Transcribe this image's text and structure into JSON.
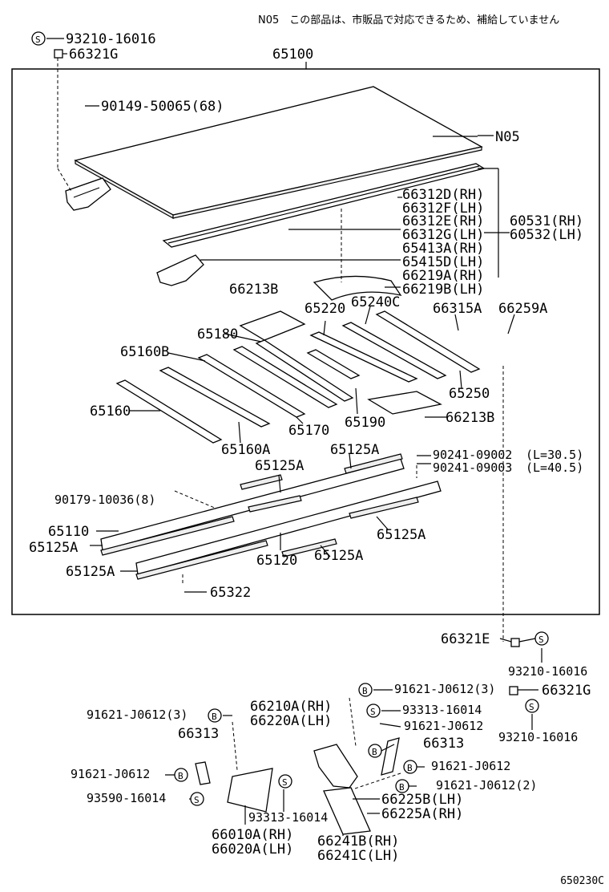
{
  "note": {
    "code": "N05",
    "text": "この部品は、市販品で対応できるため、補給していません"
  },
  "diagram_code": "650230C",
  "symbols": {
    "s": "S",
    "b": "B"
  },
  "labels": {
    "l93210_16016a": "93210-16016",
    "l66321Ga": "66321G",
    "l65100": "65100",
    "l90149": "90149-50065(68)",
    "lN05": "N05",
    "l66312D": "66312D(RH)",
    "l66312F": "66312F(LH)",
    "l66312E": "66312E(RH)",
    "l66312G": "66312G(LH)",
    "l60531": "60531(RH)",
    "l60532": "60532(LH)",
    "l65413A": "65413A(RH)",
    "l65415D": "65415D(LH)",
    "l66219A": "66219A(RH)",
    "l66219B": "66219B(LH)",
    "l66213Ba": "66213B",
    "l65220": "65220",
    "l65240C": "65240C",
    "l66315A": "66315A",
    "l66259A": "66259A",
    "l65180": "65180",
    "l65160B": "65160B",
    "l65250": "65250",
    "l65160": "65160",
    "l65170": "65170",
    "l65190": "65190",
    "l66213Bb": "66213B",
    "l65160A": "65160A",
    "l65125Aa": "65125A",
    "l65125Ab": "65125A",
    "l90241_09002": "90241-09002",
    "l90241_09003": "90241-09003",
    "lL305": "(L=30.5)",
    "lL405": "(L=40.5)",
    "l90179": "90179-10036(8)",
    "l65110": "65110",
    "l65125Ac": "65125A",
    "l65125Ad": "65125A",
    "l65125Ae": "65125A",
    "l65120": "65120",
    "l65125Af": "65125A",
    "l65322": "65322",
    "l66321E": "66321E",
    "l93210_16016b": "93210-16016",
    "l91621_J0612_3a": "91621-J0612(3)",
    "l66321Gb": "66321G",
    "l66210A": "66210A(RH)",
    "l66220A": "66220A(LH)",
    "l93313_16014a": "93313-16014",
    "l93210_16016c": "93210-16016",
    "l91621_J0612_3b": "91621-J0612(3)",
    "l91621_J0612a": "91621-J0612",
    "l66313a": "66313",
    "l66313b": "66313",
    "l91621_J0612b": "91621-J0612",
    "l91621_J0612c": "91621-J0612",
    "l91621_J0612_2": "91621-J0612(2)",
    "l93590": "93590-16014",
    "l66225B": "66225B(LH)",
    "l66225A": "66225A(RH)",
    "l93313_16014b": "93313-16014",
    "l66010A": "66010A(RH)",
    "l66020A": "66020A(LH)",
    "l66241B": "66241B(RH)",
    "l66241C": "66241C(LH)"
  }
}
